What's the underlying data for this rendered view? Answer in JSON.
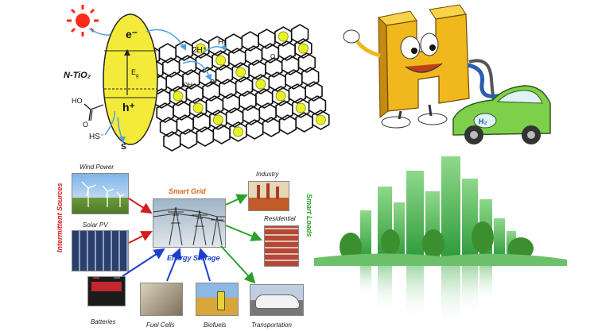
{
  "photocatalysis": {
    "material": "N-TiO₂",
    "electron": "e⁻",
    "hole": "h⁺",
    "bandgap": "E",
    "bandgap_sub": "g",
    "proton": "2H⁺",
    "hydrogen": "H₂",
    "electron_out": "e⁻",
    "oh": "OH",
    "o": "O",
    "hs": "HS⁻",
    "s": "S",
    "hooc": "HO",
    "acid_o": "O"
  },
  "mascot": {
    "letter": "H",
    "car_badge": "H₂"
  },
  "grid": {
    "left_title": "Intermittent Sources",
    "right_title": "Smart Loads",
    "center": "Smart Grid",
    "storage": "Energy Storage",
    "wind": "Wind Power",
    "solar": "Solar PV",
    "batteries": "Batteries",
    "fuelcells": "Fuel Cells",
    "biofuels": "Biofuels",
    "industry": "Industry",
    "residential": "Residential",
    "transportation": "Transportation"
  },
  "colors": {
    "red_source": "#d21e1e",
    "green_load": "#2aa12a",
    "storage_blue": "#1b3fcf",
    "grid_orange": "#e0641a",
    "titania": "#f4ea3a",
    "nanoparticle": "#e8f02a",
    "city_green": "#37b34a"
  }
}
